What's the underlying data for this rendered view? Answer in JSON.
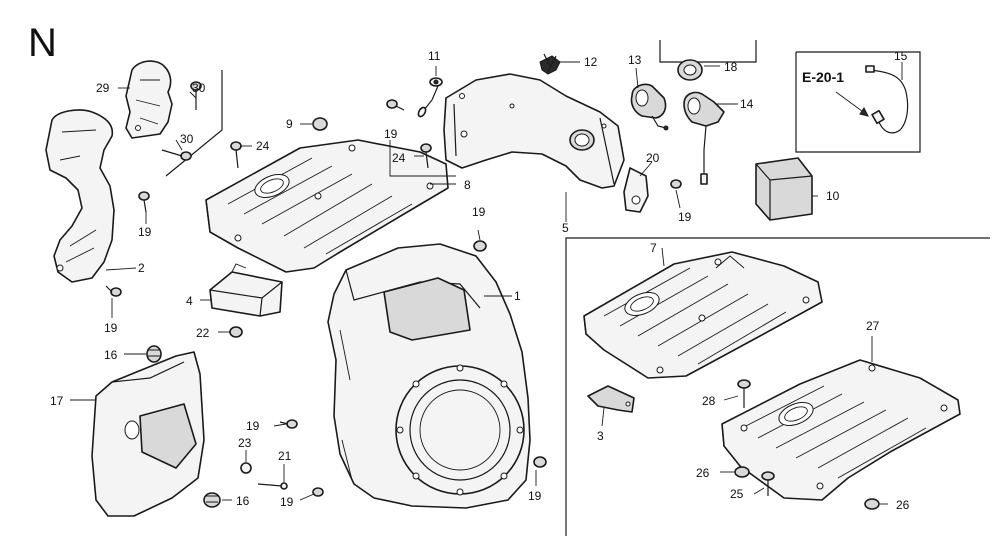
{
  "diagram": {
    "section_letter": "N",
    "reference_code": "E-20-1",
    "part_labels": [
      {
        "id": "p1",
        "text": "1"
      },
      {
        "id": "p2",
        "text": "2"
      },
      {
        "id": "p3",
        "text": "3"
      },
      {
        "id": "p4",
        "text": "4"
      },
      {
        "id": "p5",
        "text": "5"
      },
      {
        "id": "p7",
        "text": "7"
      },
      {
        "id": "p8",
        "text": "8"
      },
      {
        "id": "p9",
        "text": "9"
      },
      {
        "id": "p10",
        "text": "10"
      },
      {
        "id": "p11",
        "text": "11"
      },
      {
        "id": "p12",
        "text": "12"
      },
      {
        "id": "p13",
        "text": "13"
      },
      {
        "id": "p14",
        "text": "14"
      },
      {
        "id": "p15",
        "text": "15"
      },
      {
        "id": "p16a",
        "text": "16"
      },
      {
        "id": "p16b",
        "text": "16"
      },
      {
        "id": "p17",
        "text": "17"
      },
      {
        "id": "p18",
        "text": "18"
      },
      {
        "id": "p19a",
        "text": "19"
      },
      {
        "id": "p19b",
        "text": "19"
      },
      {
        "id": "p19c",
        "text": "19"
      },
      {
        "id": "p19d",
        "text": "19"
      },
      {
        "id": "p19e",
        "text": "19"
      },
      {
        "id": "p19f",
        "text": "19"
      },
      {
        "id": "p19g",
        "text": "19"
      },
      {
        "id": "p19h",
        "text": "19"
      },
      {
        "id": "p20",
        "text": "20"
      },
      {
        "id": "p21",
        "text": "21"
      },
      {
        "id": "p22",
        "text": "22"
      },
      {
        "id": "p23",
        "text": "23"
      },
      {
        "id": "p24a",
        "text": "24"
      },
      {
        "id": "p24b",
        "text": "24"
      },
      {
        "id": "p25",
        "text": "25"
      },
      {
        "id": "p26a",
        "text": "26"
      },
      {
        "id": "p26b",
        "text": "26"
      },
      {
        "id": "p27",
        "text": "27"
      },
      {
        "id": "p28",
        "text": "28"
      },
      {
        "id": "p29",
        "text": "29"
      },
      {
        "id": "p30a",
        "text": "30"
      },
      {
        "id": "p30b",
        "text": "30"
      }
    ]
  }
}
